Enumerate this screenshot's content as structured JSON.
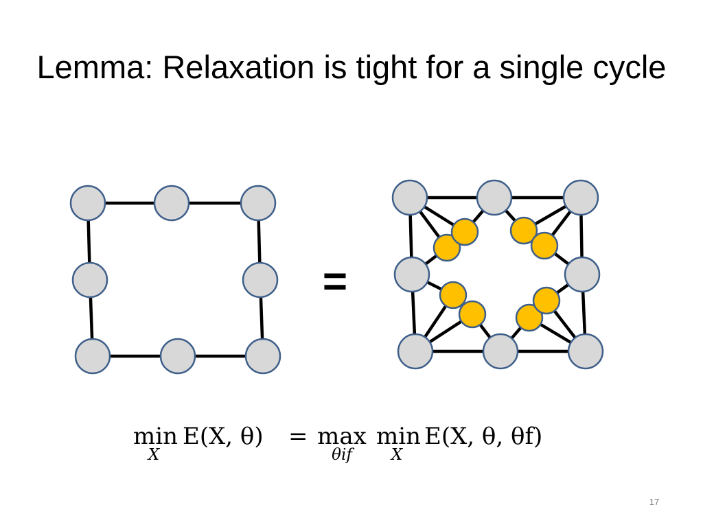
{
  "slide": {
    "title": "Lemma: Relaxation is tight for a single cycle",
    "equals_sign": "=",
    "slide_number": "17"
  },
  "colors": {
    "background": "#ffffff",
    "edge": "#000000",
    "node_fill": "#d8d8d8",
    "node_stroke": "#3e5f8a",
    "factor_fill": "#ffc000"
  },
  "formula": {
    "lhs_op": "min",
    "lhs_sub": "X",
    "lhs_expr": "E(X, θ)",
    "equals": "=",
    "rhs_op1": "max",
    "rhs_sub1": "θif",
    "rhs_op2": "min",
    "rhs_sub2": "X",
    "rhs_expr": "E(X, θ, θf)"
  }
}
